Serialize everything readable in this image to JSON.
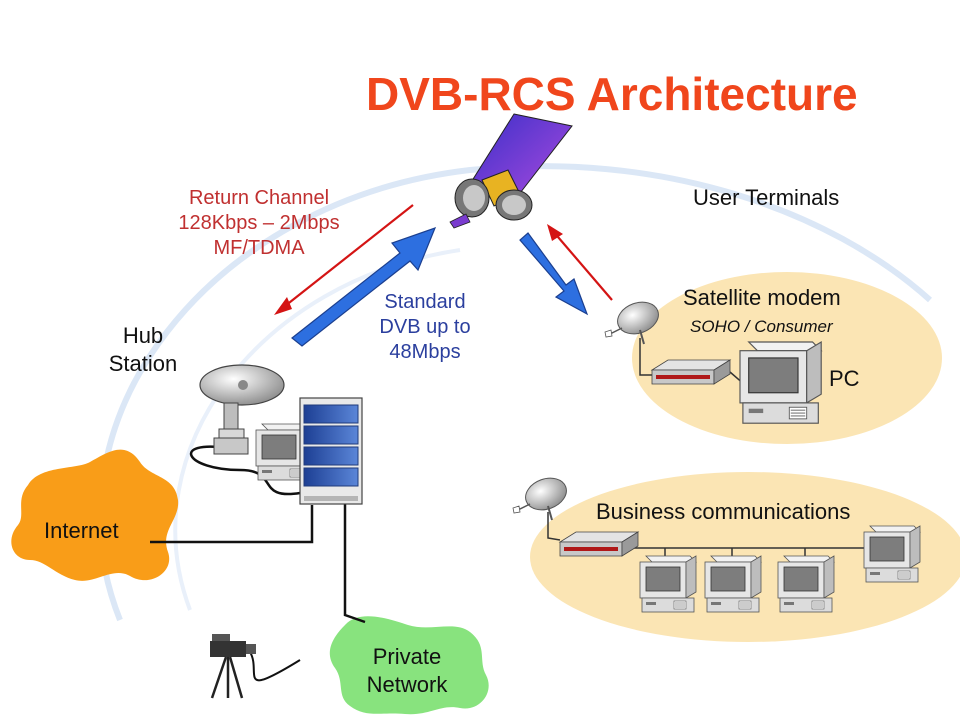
{
  "title": "DVB-RCS Architecture",
  "return_channel": [
    "Return Channel",
    "128Kbps – 2Mbps",
    "MF/TDMA"
  ],
  "forward_channel": [
    "Standard",
    "DVB up to",
    "48Mbps"
  ],
  "user_terminals": "User Terminals",
  "hub_station": [
    "Hub",
    "Station"
  ],
  "satellite_modem": "Satellite modem",
  "soho_consumer": "SOHO / Consumer",
  "pc": "PC",
  "business_communications": "Business communications",
  "internet": "Internet",
  "private_network": [
    "Private",
    "Network"
  ],
  "colors": {
    "title": "#f0461c",
    "return_channel": "#c03030",
    "forward_channel": "#2b3f9e",
    "down_arrow": "#2d6fe0",
    "terminal_ellipse": "#fbe5b4",
    "internet_cloud": "#f99d18",
    "private_cloud": "#88e37e",
    "satellite_panel": "#7a3ccf",
    "satellite_body": "#e8b322"
  },
  "icons": [
    "satellite-icon",
    "dish-icon",
    "server-rack-icon",
    "computer-icon",
    "modem-icon",
    "video-camera-icon",
    "cloud-icon"
  ]
}
